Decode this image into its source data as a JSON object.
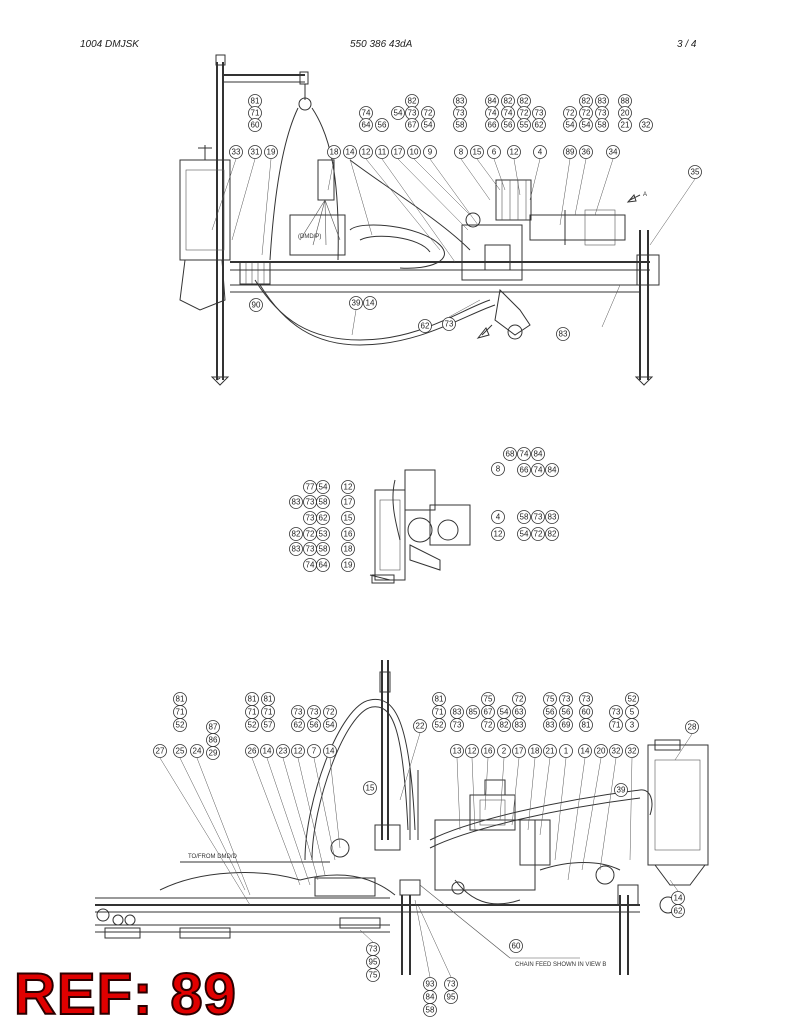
{
  "header": {
    "left": "1004 DMJSK",
    "center": "550 386 43dA",
    "right": "3 /   4"
  },
  "ref_label": "REF: 89",
  "notes": {
    "dmd_p": "(DMD/P)",
    "arrow_a": "A",
    "to_from": "TO/FROM DMD/D",
    "chain_feed": "CHAIN FEED SHOWN IN VIEW B"
  },
  "callouts_top": [
    "81",
    "71",
    "60",
    "74",
    "64",
    "56",
    "82",
    "73",
    "67",
    "72",
    "54",
    "54",
    "83",
    "73",
    "58",
    "84",
    "74",
    "66",
    "82",
    "74",
    "56",
    "82",
    "72",
    "55",
    "73",
    "62",
    "72",
    "54",
    "82",
    "72",
    "54",
    "83",
    "73",
    "58",
    "88",
    "20",
    "21",
    "32",
    "33",
    "31",
    "19",
    "18",
    "14",
    "12",
    "11",
    "17",
    "10",
    "9",
    "8",
    "15",
    "6",
    "12",
    "4",
    "89",
    "36",
    "34",
    "35",
    "90",
    "39",
    "14",
    "62",
    "73",
    "83"
  ],
  "callouts_mid": [
    "68",
    "74",
    "84",
    "8",
    "66",
    "74",
    "84",
    "77",
    "54",
    "12",
    "83",
    "73",
    "58",
    "17",
    "73",
    "62",
    "15",
    "82",
    "72",
    "53",
    "16",
    "83",
    "73",
    "58",
    "18",
    "74",
    "64",
    "19",
    "4",
    "58",
    "73",
    "83",
    "12",
    "54",
    "72",
    "82"
  ],
  "callouts_bot": [
    "81",
    "71",
    "52",
    "87",
    "86",
    "29",
    "81",
    "71",
    "52",
    "81",
    "71",
    "57",
    "73",
    "62",
    "73",
    "56",
    "72",
    "54",
    "81",
    "71",
    "52",
    "83",
    "73",
    "85",
    "75",
    "67",
    "72",
    "54",
    "82",
    "72",
    "63",
    "83",
    "75",
    "56",
    "83",
    "73",
    "56",
    "69",
    "73",
    "60",
    "81",
    "73",
    "71",
    "52",
    "5",
    "3",
    "28",
    "27",
    "25",
    "24",
    "26",
    "14",
    "23",
    "12",
    "7",
    "14",
    "22",
    "13",
    "12",
    "16",
    "2",
    "17",
    "18",
    "21",
    "1",
    "14",
    "20",
    "32",
    "32",
    "15",
    "39",
    "14",
    "62",
    "73",
    "95",
    "75",
    "60",
    "93",
    "84",
    "58",
    "73",
    "95"
  ]
}
